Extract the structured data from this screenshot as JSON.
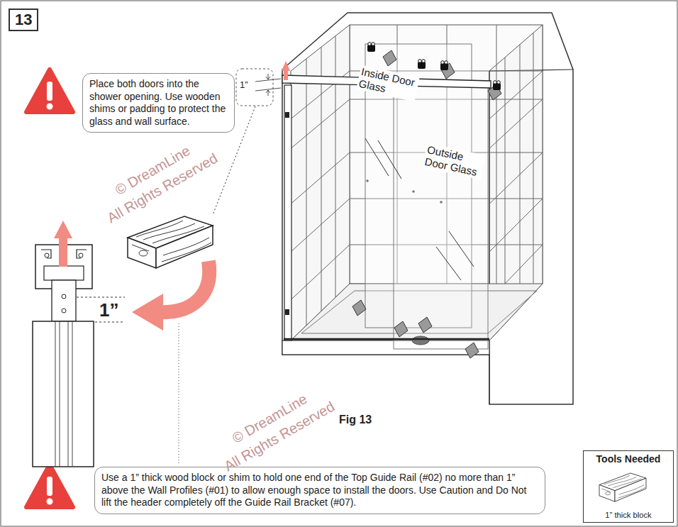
{
  "diagram": {
    "caption": "Fig 13",
    "nodes": [
      {
        "text": [
          "13"
        ]
      },
      {
        "text": [
          "Place both doors into the shower opening. Use wooden shims or padding to protect the glass and wall surface."
        ]
      },
      {
        "text": [
          "Use a 1” thick wood block or shim to hold one end of the Top Guide Rail (#02) no more than 1” above the Wall Profiles (#01) to allow enough space to install the doors. Use Caution and Do Not lift the header completely off the Guide Rail Bracket (#07)."
        ]
      },
      {
        "text": [
          "Tools Needed",
          "1” thick block"
        ]
      }
    ],
    "labels": [
      "1”",
      "Inside Door Glass",
      "Outside Door Glass",
      "1”",
      "© DreamLine",
      "All Rights Reserved",
      "© DreamLine",
      "All Rights Reserved"
    ]
  }
}
